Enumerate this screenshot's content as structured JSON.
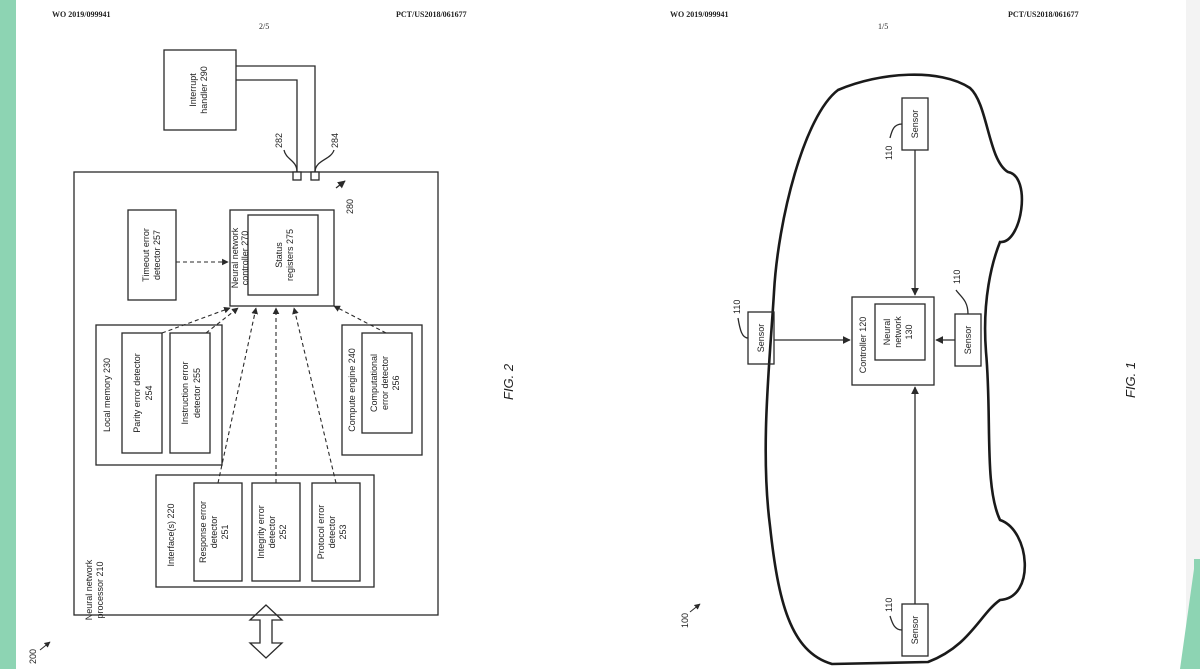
{
  "colors": {
    "accent": "#8dd4b3",
    "page_bg": "#f4f4f4",
    "ink": "#2a2a2a"
  },
  "fig2_page": {
    "header_left": "WO 2019/099941",
    "header_right": "PCT/US2018/061677",
    "page_number": "2/5",
    "caption": "FIG. 2",
    "ref_main": "200",
    "nnp_label_l1": "Neural network",
    "nnp_label_l2": "processor 210",
    "interrupt_l1": "Interrupt",
    "interrupt_l2": "handler 290",
    "ref_282": "282",
    "ref_284": "284",
    "ref_280": "280",
    "timeout_l1": "Timeout error",
    "timeout_l2": "detector 257",
    "controller_l1": "Neural network",
    "controller_l2": "controller 270",
    "status_l1": "Status",
    "status_l2": "registers 275",
    "local_memory": "Local memory 230",
    "parity_l1": "Parity error detector",
    "parity_l2": "254",
    "instruction_l1": "Instruction error",
    "instruction_l2": "detector 255",
    "compute_engine": "Compute engine 240",
    "computational_l1": "Computational",
    "computational_l2": "error detector",
    "computational_l3": "256",
    "interfaces": "Interface(s) 220",
    "response_l1": "Response error",
    "response_l2": "detector",
    "response_l3": "251",
    "integrity_l1": "Integrity error",
    "integrity_l2": "detector",
    "integrity_l3": "252",
    "protocol_l1": "Protocol error",
    "protocol_l2": "detector",
    "protocol_l3": "253"
  },
  "fig1_page": {
    "header_left": "WO 2019/099941",
    "header_right": "PCT/US2018/061677",
    "page_number": "1/5",
    "caption": "FIG. 1",
    "ref_main": "100",
    "sensor": "Sensor",
    "ref_110": "110",
    "controller": "Controller 120",
    "nn_l1": "Neural",
    "nn_l2": "network",
    "nn_l3": "130"
  }
}
